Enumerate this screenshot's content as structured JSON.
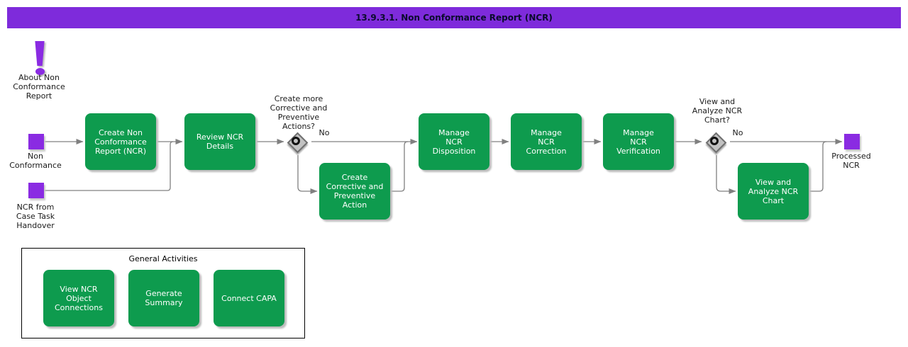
{
  "title": "13.9.3.1. Non Conformance Report (NCR)",
  "about": {
    "icon": "exclamation-icon",
    "label": "About Non\nConformance\nReport"
  },
  "events": {
    "start_non_conformance": "Non\nConformance",
    "start_ncr_handover": "NCR from\nCase Task\nHandover",
    "end_processed_ncr": "Processed\nNCR"
  },
  "tasks": {
    "create_ncr": "Create Non\nConformance\nReport (NCR)",
    "review_ncr": "Review NCR\nDetails",
    "create_capa": "Create\nCorrective and\nPreventive\nAction",
    "manage_disposition": "Manage\nNCR\nDisposition",
    "manage_correction": "Manage\nNCR\nCorrection",
    "manage_verification": "Manage\nNCR\nVerification",
    "view_chart": "View and\nAnalyze NCR\nChart"
  },
  "decisions": {
    "more_capa": {
      "question": "Create more\nCorrective and\nPreventive\nActions?",
      "no_label": "No"
    },
    "view_chart": {
      "question": "View and\nAnalyze NCR\nChart?",
      "no_label": "No"
    }
  },
  "general_activities": {
    "title": "General Activities",
    "items": [
      "View NCR\nObject\nConnections",
      "Generate\nSummary",
      "Connect CAPA"
    ]
  },
  "colors": {
    "purple": "#8a2be2",
    "header": "#7e2bdb",
    "green": "#0e9b4e",
    "line": "#808080"
  }
}
